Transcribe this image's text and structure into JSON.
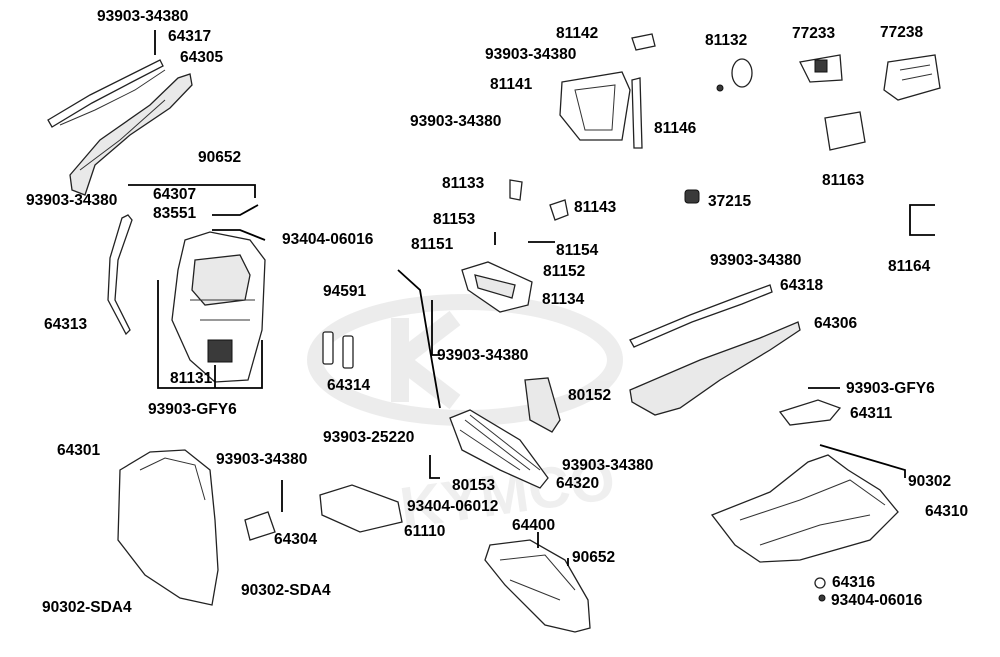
{
  "watermark": "KYMCO",
  "labels": {
    "p93903_34380_a": "93903-34380",
    "p64317": "64317",
    "p64305": "64305",
    "p90652_a": "90652",
    "p93903_34380_b": "93903-34380",
    "p64307": "64307",
    "p83551": "83551",
    "p93404_06016_a": "93404-06016",
    "p64313": "64313",
    "p81131": "81131",
    "p93903_GFY6_a": "93903-GFY6",
    "p94591": "94591",
    "p64314": "64314",
    "p93903_34380_c": "93903-34380",
    "p81142": "81142",
    "p93903_34380_d": "93903-34380",
    "p81141": "81141",
    "p93903_34380_e": "93903-34380",
    "p81146": "81146",
    "p81132": "81132",
    "p77233": "77233",
    "p77238": "77238",
    "p81163": "81163",
    "p81133": "81133",
    "p81143": "81143",
    "p37215": "37215",
    "p81153": "81153",
    "p81151": "81151",
    "p81154": "81154",
    "p81152": "81152",
    "p81134": "81134",
    "p81164": "81164",
    "p93903_34380_f": "93903-34380",
    "p64318": "64318",
    "p64306": "64306",
    "p80152": "80152",
    "p93903_GFY6_b": "93903-GFY6",
    "p64311": "64311",
    "p93903_25220": "93903-25220",
    "p93903_34380_g": "93903-34380",
    "p80153": "80153",
    "p64320": "64320",
    "p90302": "90302",
    "p64310": "64310",
    "p64301": "64301",
    "p93903_34380_h": "93903-34380",
    "p93404_06012": "93404-06012",
    "p64304": "64304",
    "p61110": "61110",
    "p64400": "64400",
    "p90652_b": "90652",
    "p90302_SDA4_a": "90302-SDA4",
    "p90302_SDA4_b": "90302-SDA4",
    "p64316": "64316",
    "p93404_06016_b": "93404-06016"
  }
}
